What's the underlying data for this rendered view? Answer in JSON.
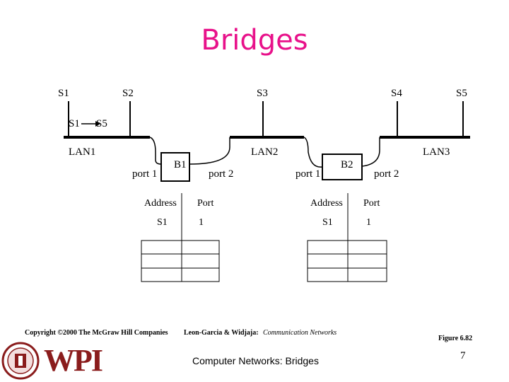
{
  "title": "Bridges",
  "stations": {
    "s1": "S1",
    "s2": "S2",
    "s3": "S3",
    "s4": "S4",
    "s5": "S5"
  },
  "frame": {
    "from": "S1",
    "to": "S5"
  },
  "lans": {
    "lan1": "LAN1",
    "lan2": "LAN2",
    "lan3": "LAN3"
  },
  "bridges": {
    "b1": {
      "label": "B1",
      "port_left": "port 1",
      "port_right": "port 2",
      "table": {
        "headers": [
          "Address",
          "Port"
        ],
        "rows": [
          [
            "S1",
            "1"
          ]
        ]
      }
    },
    "b2": {
      "label": "B2",
      "port_left": "port 1",
      "port_right": "port 2",
      "table": {
        "headers": [
          "Address",
          "Port"
        ],
        "rows": [
          [
            "S1",
            "1"
          ]
        ]
      }
    }
  },
  "footer": {
    "copyright": "Copyright ©2000 The McGraw Hill Companies",
    "authors": "Leon-Garcia & Widjaja:",
    "book": "Communication Networks",
    "figure": "Figure 6.82",
    "course": "Computer Networks: Bridges",
    "page": "7",
    "logo": "WPI",
    "logo_color": "#8a1c1c",
    "accent": "#e8118a"
  }
}
